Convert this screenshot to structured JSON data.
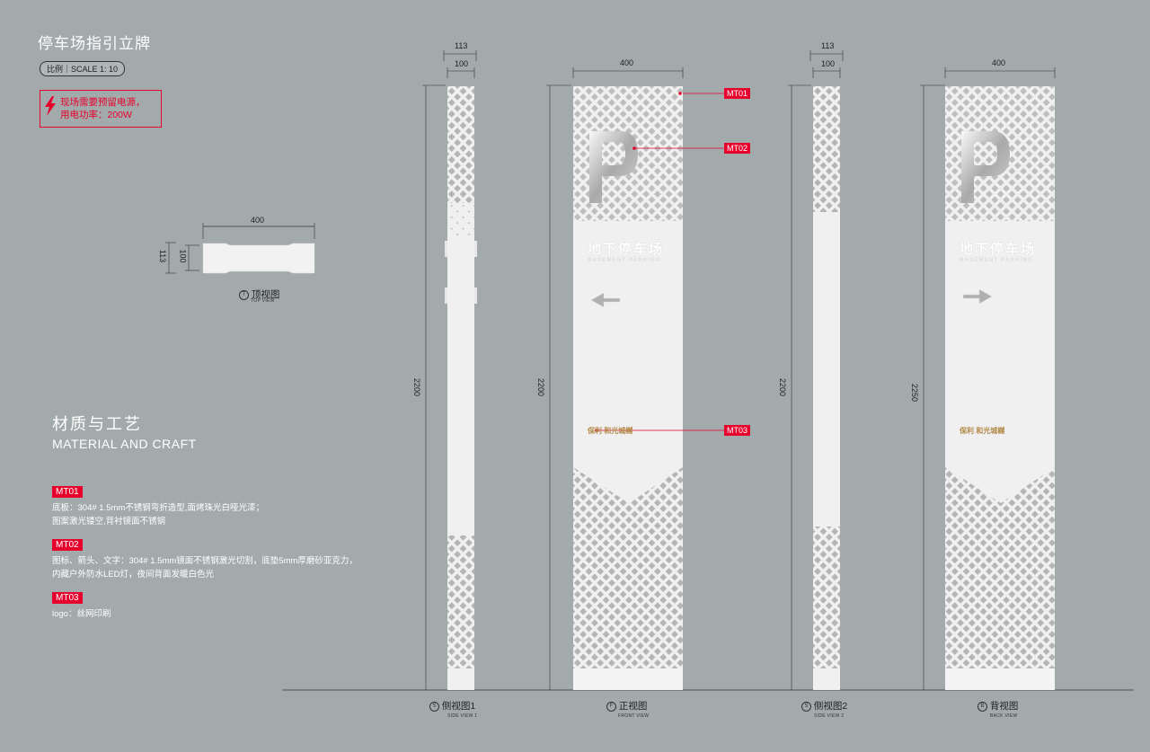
{
  "header": {
    "title": "停车场指引立牌",
    "scale": "比例｜SCALE  1: 10",
    "power_line1": "现场需要预留电源，",
    "power_line2": "用电功率：200W"
  },
  "top_view": {
    "width_dim": "400",
    "depth_outer": "113",
    "depth_inner": "100",
    "label_cn": "顶视图",
    "label_en": "TOP VIEW",
    "symbol": "T"
  },
  "materials": {
    "title_cn": "材质与工艺",
    "title_en": "MATERIAL AND CRAFT",
    "items": [
      {
        "tag": "MT01",
        "line1": "底板：304# 1.5mm不锈钢弯折造型,面烤珠光白哑光漆；",
        "line2": "图案激光镂空,背衬镜面不锈钢"
      },
      {
        "tag": "MT02",
        "line1": "图标、箭头、文字：304# 1.5mm镜面不锈钢激光切割，底垫5mm厚磨砂亚克力，",
        "line2": "内藏户外防水LED灯，夜间背面发暖白色光"
      },
      {
        "tag": "MT03",
        "line1": "logo：丝网印刷",
        "line2": ""
      }
    ]
  },
  "views": {
    "side1": {
      "label_cn": "侧视图1",
      "label_en": "SIDE VIEW 1",
      "symbol": "S",
      "height_dim": "2200",
      "outer_dim": "113",
      "inner_dim": "100"
    },
    "front": {
      "label_cn": "正视图",
      "label_en": "FRONT VIEW",
      "symbol": "F",
      "height_dim": "2200",
      "width_dim": "400"
    },
    "side2": {
      "label_cn": "侧视图2",
      "label_en": "SIDE VIEW 2",
      "symbol": "S",
      "height_dim": "2200",
      "outer_dim": "113",
      "inner_dim": "100"
    },
    "back": {
      "label_cn": "背视图",
      "label_en": "BACK VIEW",
      "symbol": "B",
      "height_dim": "2250",
      "width_dim": "400"
    }
  },
  "sign": {
    "letter": "P",
    "parking_cn": "地下停车场",
    "parking_en": "BASEMENT PARKING",
    "logo_text": "保利 和光城樾"
  },
  "callouts": [
    "MT01",
    "MT02",
    "MT03"
  ],
  "colors": {
    "background": "#a3aaab",
    "accent_red": "#e8002d",
    "panel": "#f0f0f0",
    "logo_gold": "#b38a4a"
  }
}
